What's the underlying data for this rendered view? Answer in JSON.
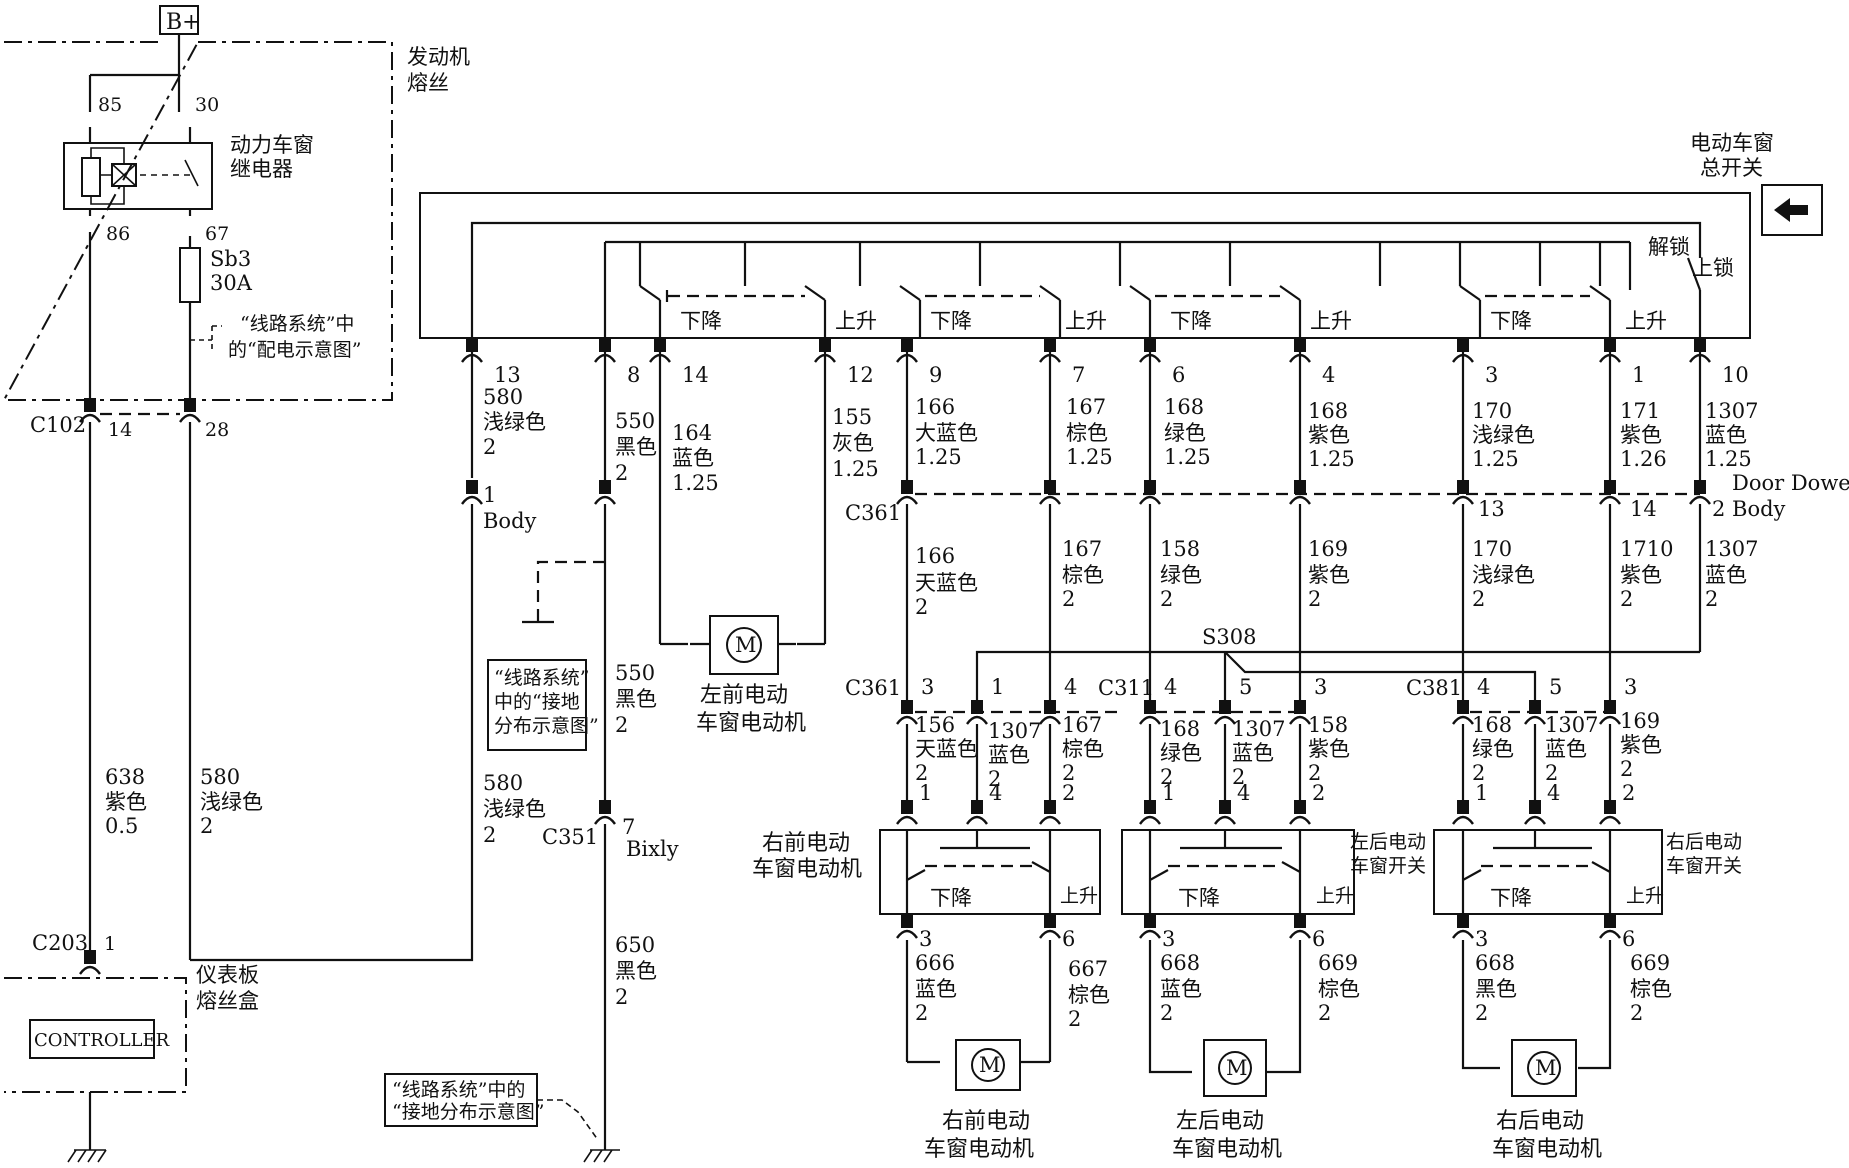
{
  "labels": {
    "bplus": "B+",
    "engine_fuse_l1": "发动机",
    "engine_fuse_l2": "熔丝",
    "relay_l1": "动力车窗",
    "relay_l2": "继电器",
    "pin85": "85",
    "pin30": "30",
    "pin86": "86",
    "pin67": "67",
    "fuse_id": "Sb3",
    "fuse_amp": "30A",
    "ref_power_l1": "“线路系统”中",
    "ref_power_l2": "的“配电示意图”",
    "c102": "C102",
    "c102_p14": "14",
    "c102_p28": "28",
    "master_l1": "电动车窗",
    "master_l2": "总开关",
    "unlock": "解锁",
    "lock": "上锁",
    "down": "下降",
    "up": "上升",
    "mpins": [
      "13",
      "8",
      "14",
      "12",
      "9",
      "7",
      "6",
      "4",
      "3",
      "1",
      "10"
    ],
    "w13": [
      "580",
      "浅绿色",
      "2"
    ],
    "w8": [
      "550",
      "黑色",
      "2"
    ],
    "w14": [
      "164",
      "蓝色",
      "1.25"
    ],
    "w12": [
      "155",
      "灰色",
      "1.25"
    ],
    "w9": [
      "166",
      "大蓝色",
      "1.25"
    ],
    "w7": [
      "167",
      "棕色",
      "1.25"
    ],
    "w6": [
      "168",
      "绿色",
      "1.25"
    ],
    "w4": [
      "168",
      "紫色",
      "1.25"
    ],
    "w3": [
      "170",
      "浅绿色",
      "1.25"
    ],
    "w1": [
      "171",
      "紫色",
      "1.26"
    ],
    "w10": [
      "1307",
      "蓝色",
      "1.25"
    ],
    "body1": "1",
    "body1_name": "Body",
    "c361_top": "C361",
    "door_dower": "Door Dower",
    "p13": "13",
    "p14b": "14",
    "p2body": "2 Body",
    "lw166": [
      "166",
      "天蓝色",
      "2"
    ],
    "lw167": [
      "167",
      "棕色",
      "2"
    ],
    "lw158": [
      "158",
      "绿色",
      "2"
    ],
    "lw169": [
      "169",
      "紫色",
      "2"
    ],
    "lw170": [
      "170",
      "浅绿色",
      "2"
    ],
    "lw1710": [
      "1710",
      "紫色",
      "2"
    ],
    "lw1307": [
      "1307",
      "蓝色",
      "2"
    ],
    "s308": "S308",
    "ground_ref": [
      "“线路系统”",
      "中的“接地",
      "分布示意图”"
    ],
    "lf_motor": [
      "左前电动",
      "车窗电动机"
    ],
    "motor_m": "M",
    "w550b": [
      "550",
      "黑色",
      "2"
    ],
    "c351": "C351",
    "c351_pin": "7",
    "bixly": "Bixly",
    "w650": [
      "650",
      "黑色",
      "2"
    ],
    "w638": [
      "638",
      "紫色",
      "0.5"
    ],
    "w580a": [
      "580",
      "浅绿色",
      "2"
    ],
    "w580b": [
      "580",
      "浅绿色",
      "2"
    ],
    "c203": "C203",
    "c203_pin": "1",
    "controller": "CONTROLLER",
    "ip_fuse": [
      "仪表板",
      "熔丝盒"
    ],
    "ground_ref2": [
      "“线路系统”中的",
      "“接地分布示意图”"
    ],
    "c361b": "C361",
    "c311": "C311",
    "c381": "C381",
    "c361b_pins": [
      "3",
      "1",
      "4"
    ],
    "c311_pins": [
      "4",
      "5",
      "3"
    ],
    "c381_pins": [
      "4",
      "5",
      "3"
    ],
    "rf_w156": [
      "156",
      "天蓝色",
      "2"
    ],
    "rf_w1307": [
      "1307",
      "蓝色",
      "2"
    ],
    "rf_w167": [
      "167",
      "棕色",
      "2"
    ],
    "lr_w168": [
      "168",
      "绿色",
      "2"
    ],
    "lr_w1307": [
      "1307",
      "蓝色",
      "2"
    ],
    "lr_w158": [
      "158",
      "紫色",
      "2"
    ],
    "rr_w168": [
      "168",
      "绿色",
      "2"
    ],
    "rr_w1307": [
      "1307",
      "蓝色",
      "2"
    ],
    "rr_w169": [
      "169",
      "紫色",
      "2"
    ],
    "sw_pins": [
      "1",
      "4",
      "2"
    ],
    "rf_switch": [
      "右前电动",
      "车窗电动机"
    ],
    "lr_switch": [
      "左后电动",
      "车窗开关"
    ],
    "rr_switch": [
      "右后电动",
      "车窗开关"
    ],
    "mot_pins": [
      "3",
      "6"
    ],
    "rf_m3": [
      "666",
      "蓝色",
      "2"
    ],
    "rf_m6": [
      "667",
      "棕色",
      "2"
    ],
    "lr_m3": [
      "668",
      "蓝色",
      "2"
    ],
    "lr_m6": [
      "669",
      "棕色",
      "2"
    ],
    "rr_m3": [
      "668",
      "黑色",
      "2"
    ],
    "rr_m6": [
      "669",
      "棕色",
      "2"
    ],
    "rf_motor": [
      "右前电动",
      "车窗电动机"
    ],
    "lr_motor": [
      "左后电动",
      "车窗电动机"
    ],
    "rr_motor": [
      "右后电动",
      "车窗电动机"
    ]
  }
}
